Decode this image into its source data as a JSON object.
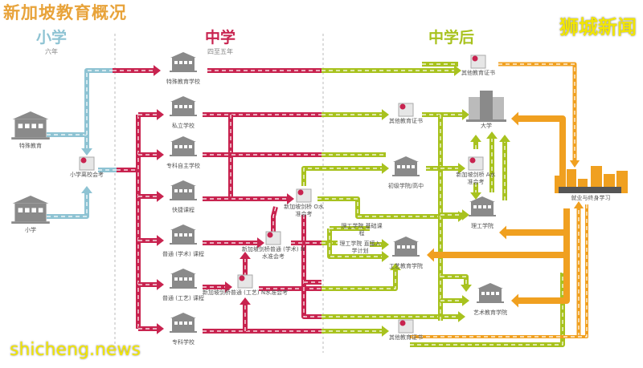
{
  "title": "新加坡教育概况",
  "watermarks": {
    "top_right": "狮城新闻",
    "bottom_left": "shicheng.news"
  },
  "stages": [
    {
      "name": "小学",
      "sub": "六年",
      "color": "#8ec3d3"
    },
    {
      "name": "中学",
      "sub": "四至五年",
      "color": "#c8234f"
    },
    {
      "name": "中学后",
      "sub": "",
      "color": "#a8c21e"
    }
  ],
  "colors": {
    "primary": "#8ec3d3",
    "secondary": "#c8234f",
    "post_secondary": "#a8c21e",
    "work": "#f0a020",
    "icon": "#8a8a8a"
  },
  "nodes": [
    {
      "id": "special_ed",
      "label": "特殊教育",
      "icon": "school-icon"
    },
    {
      "id": "primary",
      "label": "小学",
      "icon": "school-icon"
    },
    {
      "id": "psle",
      "label": "小学离校会考",
      "icon": "certificate-icon"
    },
    {
      "id": "special_school",
      "label": "特殊教育学校",
      "icon": "school-icon"
    },
    {
      "id": "private",
      "label": "私立学校",
      "icon": "school-icon"
    },
    {
      "id": "independent",
      "label": "专科自主学校",
      "icon": "school-icon"
    },
    {
      "id": "express",
      "label": "快捷课程",
      "icon": "school-icon"
    },
    {
      "id": "na",
      "label": "普通 (学术) 课程",
      "icon": "school-icon"
    },
    {
      "id": "nt",
      "label": "普通 (工艺) 课程",
      "icon": "school-icon"
    },
    {
      "id": "specialised",
      "label": "专科学校",
      "icon": "school-icon"
    },
    {
      "id": "olevel",
      "label": "新加坡剑桥 O水准会考",
      "icon": "certificate-icon"
    },
    {
      "id": "nalevel",
      "label": "新加坡剑桥普通 (学术) N水准会考",
      "icon": "certificate-icon"
    },
    {
      "id": "ntlevel",
      "label": "新加坡剑桥普通 (工艺) N水准会考",
      "icon": "certificate-icon"
    },
    {
      "id": "jc",
      "label": "初级学院/高中",
      "icon": "school-icon"
    },
    {
      "id": "poly_found",
      "label": "理工学院 基础课程",
      "icon": ""
    },
    {
      "id": "poly_direct",
      "label": "理工学院 直接入学计划",
      "icon": ""
    },
    {
      "id": "ite",
      "label": "工艺教育学院",
      "icon": "school-icon"
    },
    {
      "id": "cert_top",
      "label": "其他教育证书",
      "icon": "certificate-icon"
    },
    {
      "id": "cert_mid",
      "label": "其他教育证书",
      "icon": "certificate-icon"
    },
    {
      "id": "cert_bot",
      "label": "其他教育证书",
      "icon": "certificate-icon"
    },
    {
      "id": "university",
      "label": "大学",
      "icon": "university-icon"
    },
    {
      "id": "alevel",
      "label": "新加坡剑桥 A水准会考",
      "icon": "certificate-icon"
    },
    {
      "id": "poly",
      "label": "理工学院",
      "icon": "school-icon"
    },
    {
      "id": "arts",
      "label": "艺术教育学院",
      "icon": "school-icon"
    },
    {
      "id": "work",
      "label": "就业与终身学习",
      "icon": "city-icon"
    }
  ]
}
